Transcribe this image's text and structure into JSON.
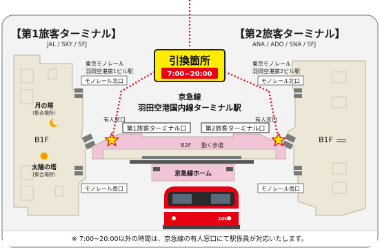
{
  "terminal1": {
    "title": "【第1旅客ターミナル】",
    "airlines": "JAL / SKY / SFJ",
    "monorail_station": [
      "東京モノレール",
      "羽田空港第1ビル駅"
    ],
    "monorail_north": "モノレール北口",
    "monorail_south": "モノレール南口",
    "moon_tower": "月の塔",
    "moon_tower_note": "(集合場所)",
    "sun_tower": "太陽の塔",
    "sun_tower_note": "(集合場所)",
    "floor": "B1F"
  },
  "terminal2": {
    "title": "【第2旅客ターミナル】",
    "airlines": "ANA / ADO / SNA / SFJ",
    "monorail_station": [
      "東京モノレール",
      "羽田空港第2ビル駅"
    ],
    "monorail_north": "モノレール北口",
    "monorail_south": "モノレール南口",
    "floor": "B1F"
  },
  "exchange": {
    "title": "引換箇所",
    "hours": "7:00~20:00"
  },
  "keikyu": {
    "line": "京急線",
    "station": "羽田空港国内線ターミナル駅",
    "staffed_window": "有人窓口",
    "gate1": "第1旅客ターミナル口",
    "gate2": "第2旅客ターミナル口",
    "floor": "B2F",
    "walkway": "動く歩道",
    "platform": "京急線ホーム",
    "train_number": "1000"
  },
  "footnote": "※ 7:00~20:00以外の時間は、京急線の有人窓口にて駅係員が対応いたします。",
  "colors": {
    "border": "#8a8a8a",
    "building": "#ece7d6",
    "building_line": "#b8b09a",
    "pink_area": "#f2c4d8",
    "keikyu_red": "#e60012",
    "exchange_yellow": "#ffed00",
    "dotted_route": "#e60012",
    "star": "#ffe100"
  }
}
